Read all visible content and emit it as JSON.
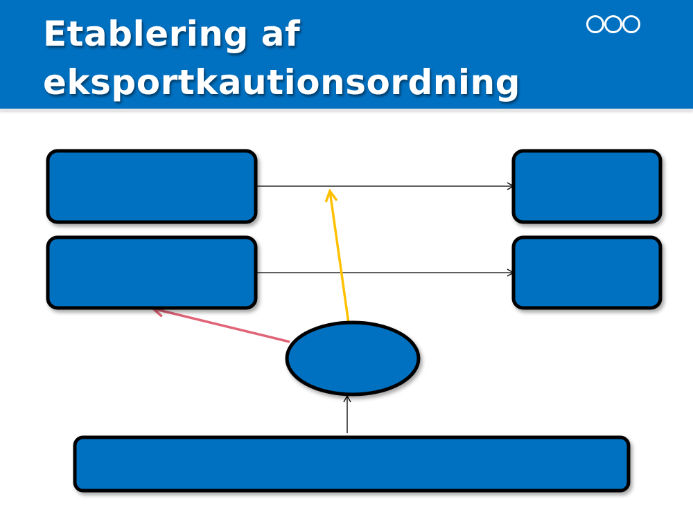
{
  "slide": {
    "title": "Etablering af\neksportkautionsordning"
  },
  "colors": {
    "header_bg": "#0070c0",
    "box_fill": "#0070c0",
    "box_stroke": "#000000",
    "arrow_yellow": "#ffc000",
    "arrow_red": "#e06377",
    "arrow_black": "#000000"
  },
  "diagram": {
    "nodes": [
      {
        "id": "box-top-left",
        "shape": "rounded-rectangle",
        "label": ""
      },
      {
        "id": "box-top-right",
        "shape": "rounded-rectangle",
        "label": ""
      },
      {
        "id": "box-mid-left",
        "shape": "rounded-rectangle",
        "label": ""
      },
      {
        "id": "box-mid-right",
        "shape": "rounded-rectangle",
        "label": ""
      },
      {
        "id": "center-ellipse",
        "shape": "ellipse",
        "label": ""
      },
      {
        "id": "bottom-bar",
        "shape": "rounded-rectangle",
        "label": ""
      }
    ],
    "edges": [
      {
        "from": "box-top-left",
        "to": "box-top-right",
        "color": "black"
      },
      {
        "from": "box-mid-left",
        "to": "box-mid-right",
        "color": "black"
      },
      {
        "from": "center-ellipse",
        "to": "top-connector",
        "color": "yellow"
      },
      {
        "from": "center-ellipse",
        "to": "box-mid-left",
        "color": "red"
      },
      {
        "from": "bottom-bar",
        "to": "center-ellipse",
        "color": "black"
      }
    ]
  }
}
